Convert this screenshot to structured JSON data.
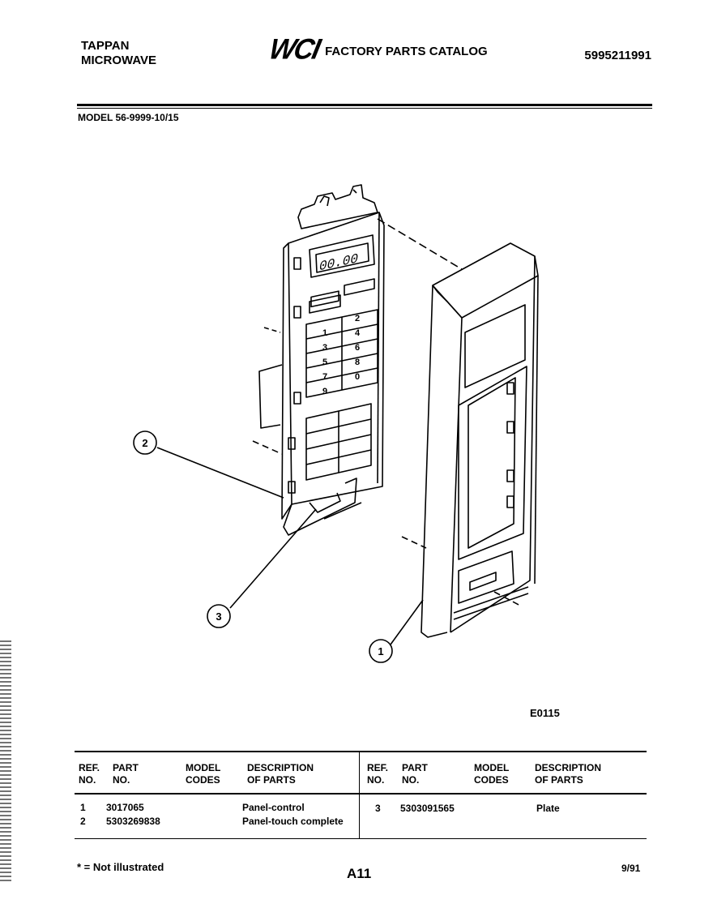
{
  "header": {
    "brand_line1": "TAPPAN",
    "brand_line2": "MICROWAVE",
    "logo": "WCI",
    "catalog_title": "FACTORY PARTS CATALOG",
    "catalog_number": "5995211991"
  },
  "model_line": "MODEL 56-9999-10/15",
  "diagram": {
    "callouts": [
      "1",
      "2",
      "3"
    ],
    "display_readout": "00.00",
    "keypad_digits": [
      "1",
      "2",
      "3",
      "4",
      "5",
      "6",
      "7",
      "8",
      "9",
      "0"
    ],
    "figure_id": "E0115"
  },
  "parts_table": {
    "columns": [
      "REF. NO.",
      "PART NO.",
      "MODEL CODES",
      "DESCRIPTION OF PARTS"
    ],
    "column_lines": {
      "ref": [
        "REF.",
        "NO."
      ],
      "part": [
        "PART",
        "NO."
      ],
      "codes": [
        "MODEL",
        "CODES"
      ],
      "desc": [
        "DESCRIPTION",
        "OF PARTS"
      ]
    },
    "left_rows": [
      {
        "ref": "1",
        "part_no": "3017065",
        "model_codes": "",
        "description": "Panel-control"
      },
      {
        "ref": "2",
        "part_no": "5303269838",
        "model_codes": "",
        "description": "Panel-touch complete"
      }
    ],
    "right_rows": [
      {
        "ref": "3",
        "part_no": "5303091565",
        "model_codes": "",
        "description": "Plate"
      }
    ]
  },
  "footer": {
    "note": "* = Not illustrated",
    "page": "A11",
    "date": "9/91"
  }
}
